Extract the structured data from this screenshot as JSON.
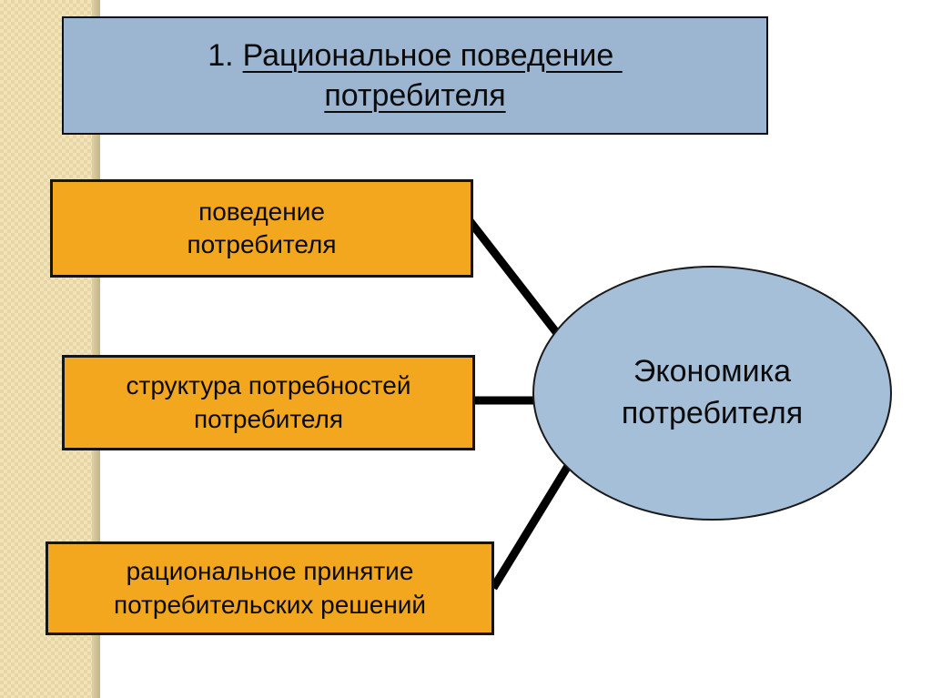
{
  "slide": {
    "title": {
      "prefix": "1.",
      "text": "Рациональное поведение \nпотребителя"
    },
    "boxes": [
      {
        "label": "поведение\nпотребителя"
      },
      {
        "label": "структура потребностей\nпотребителя"
      },
      {
        "label": "рациональное принятие\nпотребительских решений"
      }
    ],
    "ellipse": {
      "label": "Экономика\nпотребителя"
    },
    "colors": {
      "box_orange": "#F2A71F",
      "title_blue": "#9CB5D1",
      "ellipse_blue": "#A6BFD8",
      "stripe_beige": "#F2E4BA",
      "connector_black": "#000000",
      "background_white": "#FFFFFF"
    }
  }
}
